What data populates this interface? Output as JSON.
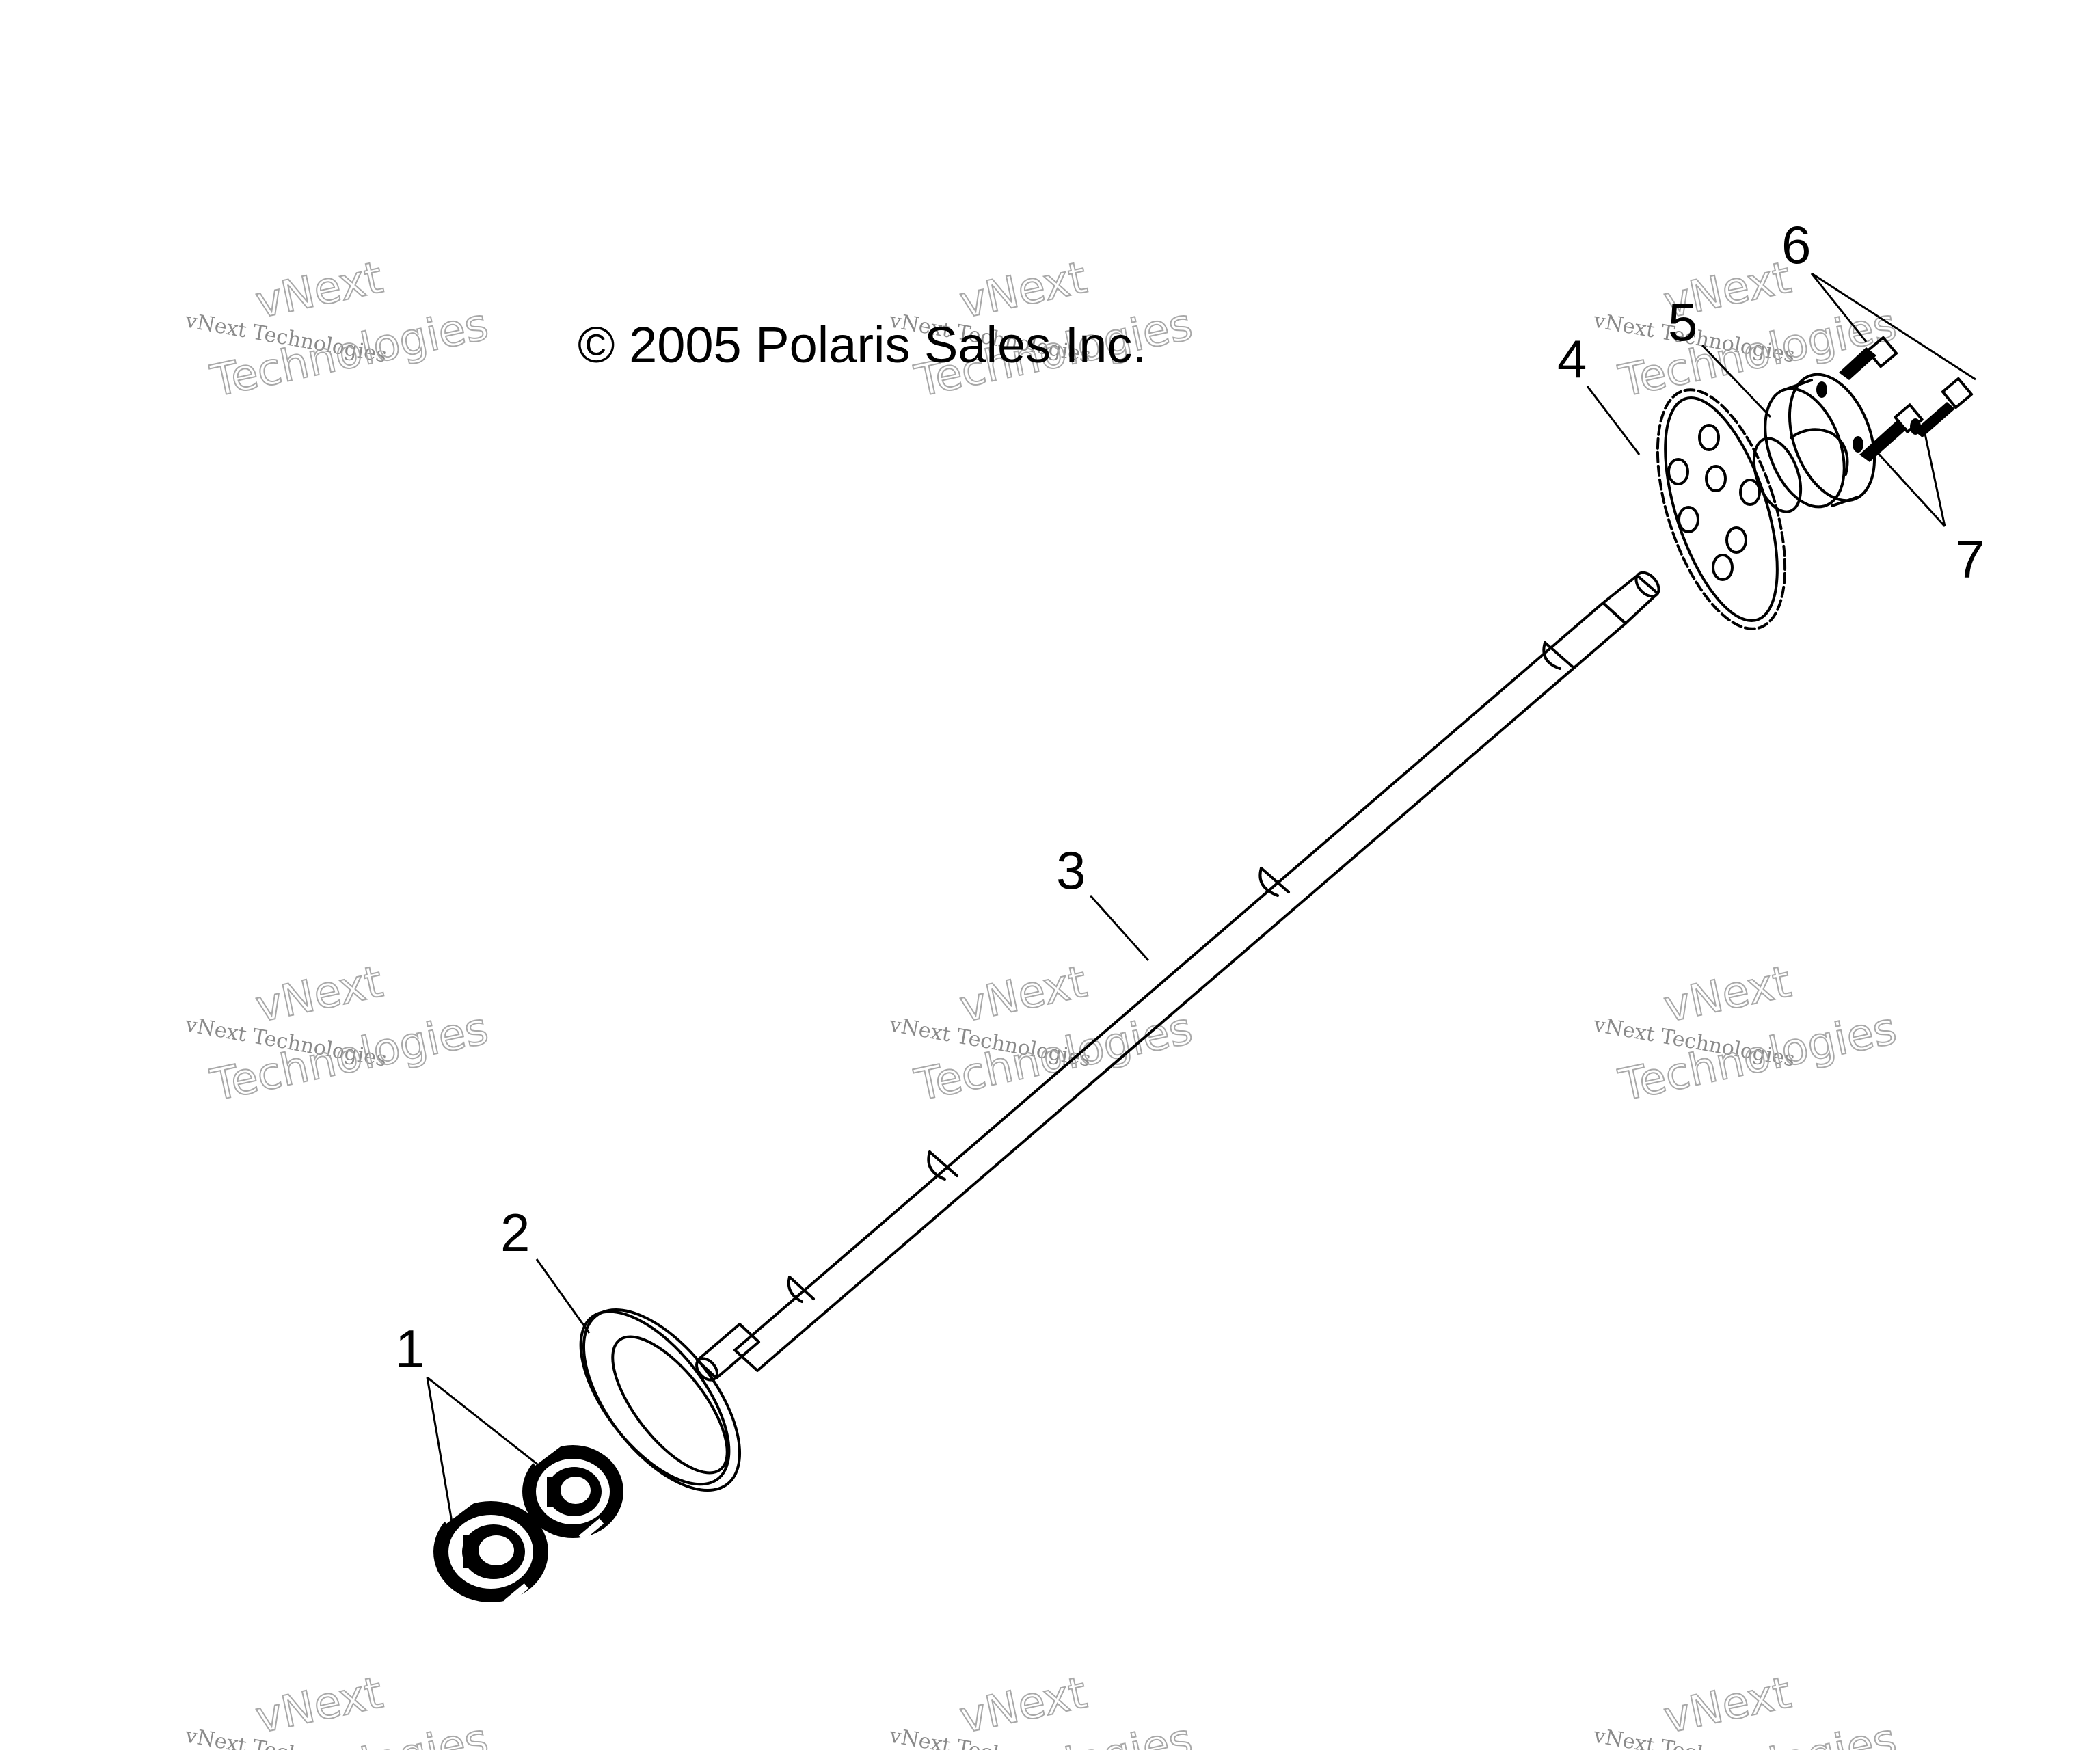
{
  "copyright": "© 2005 Polaris Sales Inc.",
  "callouts": [
    "1",
    "2",
    "3",
    "4",
    "5",
    "6",
    "7"
  ],
  "watermark": {
    "brand_line": "vNext Technologies",
    "word1": "vNext",
    "word2": "Technologies"
  },
  "colors": {
    "line": "#000000",
    "background": "#ffffff",
    "watermark": "#a0a0a0"
  }
}
